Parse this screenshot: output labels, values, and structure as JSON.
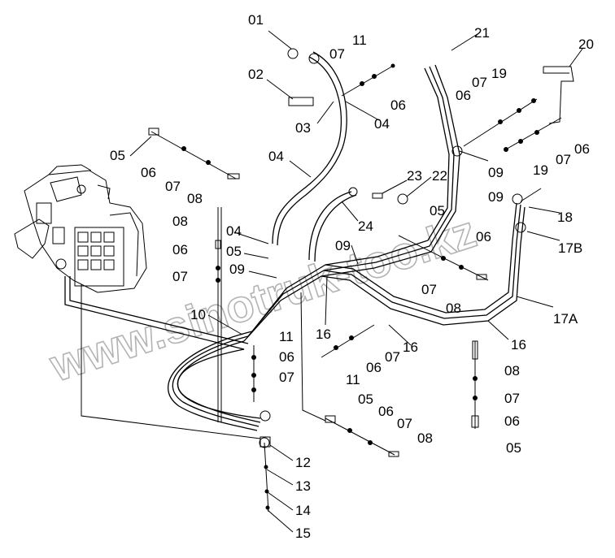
{
  "watermark": "www.sinotruk-too.kz",
  "callouts": [
    "01",
    "02",
    "03",
    "04",
    "05",
    "06",
    "07",
    "08",
    "09",
    "10",
    "11",
    "12",
    "13",
    "14",
    "15",
    "16",
    "17A",
    "17B",
    "18",
    "19",
    "20",
    "21",
    "22",
    "23",
    "24"
  ],
  "colors": {
    "line": "#000000",
    "background": "#ffffff",
    "watermark": "#9a9a9a"
  }
}
